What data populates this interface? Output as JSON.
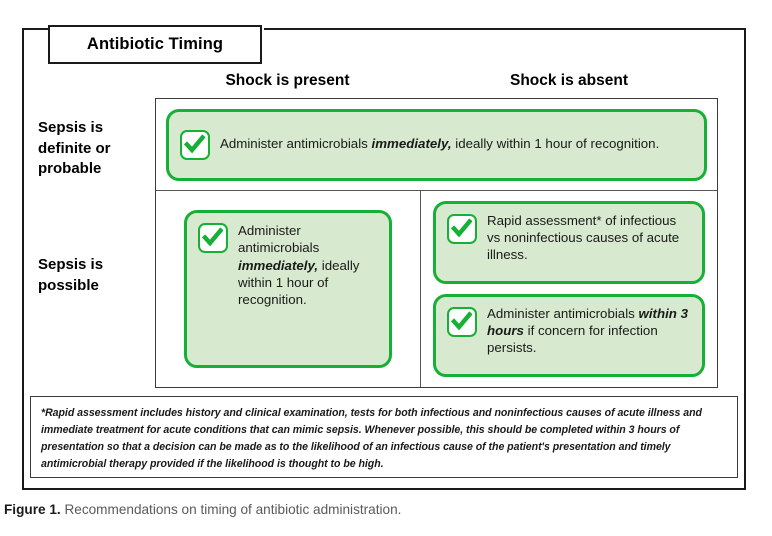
{
  "figure": {
    "title": "Antibiotic Timing",
    "caption_label": "Figure 1.",
    "caption_text": "Recommendations on timing of antibiotic administration."
  },
  "matrix": {
    "column_headers": [
      "Shock is present",
      "Shock is absent"
    ],
    "row_labels": [
      "Sepsis is definite or probable",
      "Sepsis is possible"
    ],
    "recommendations": {
      "definite_both_columns": {
        "icon": "check-icon",
        "text_part1": "Administer antimicrobials ",
        "emphasis": "immediately,",
        "text_part2": " ideally within 1 hour of recognition."
      },
      "possible_shock_present": {
        "icon": "check-icon",
        "text_part1": "Administer antimicrobials ",
        "emphasis": "immediately,",
        "text_part2": " ideally within 1 hour of recognition."
      },
      "possible_shock_absent_1": {
        "icon": "check-icon",
        "text": "Rapid assessment* of infectious vs noninfectious causes of acute illness."
      },
      "possible_shock_absent_2": {
        "icon": "check-icon",
        "text_part1": "Administer antimicrobials ",
        "emphasis": "within 3 hours",
        "text_part2": " if concern for infection persists."
      }
    }
  },
  "footnote": {
    "text": "*Rapid assessment includes history and clinical examination, tests for both infectious and noninfectious causes of acute illness and immediate treatment for acute conditions that can mimic sepsis. Whenever possible, this should be completed within 3 hours of presentation so that a decision can be made as to the likelihood of an infectious cause of the patient's presentation and timely antimicrobial therapy provided if the likelihood is thought to be high."
  },
  "colors": {
    "green_border": "#15b035",
    "green_fill": "#d7e9ce",
    "frame": "#1a1a1a",
    "caption_text": "#5a5a5a"
  }
}
